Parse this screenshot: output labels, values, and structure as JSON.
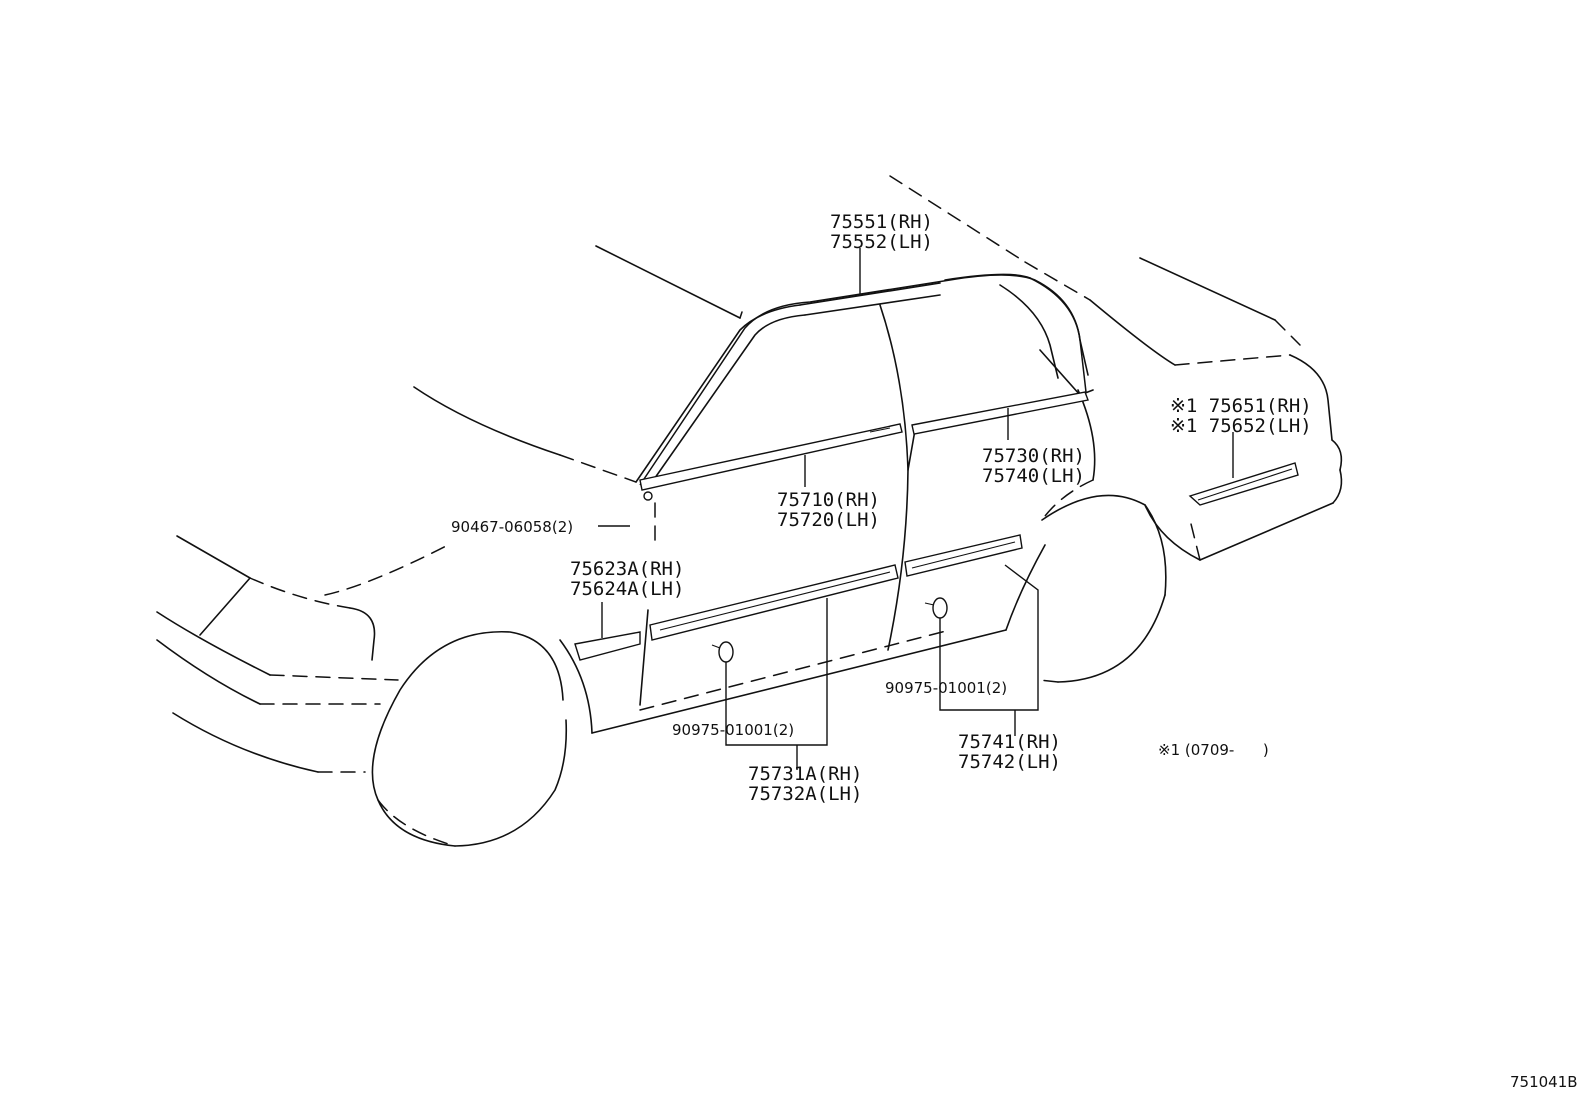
{
  "labels": {
    "roof_molding": [
      "75551(RH)",
      "75552(LH)"
    ],
    "rear_door_belt": [
      "75730(RH)",
      "75740(LH)"
    ],
    "front_door_belt": [
      "75710(RH)",
      "75720(LH)"
    ],
    "quarter_molding": [
      "※1 75651(RH)",
      "※1 75652(LH)"
    ],
    "fender_screw": "90467-06058(2)",
    "fender_molding": [
      "75623A(RH)",
      "75624A(LH)"
    ],
    "clip_front": "90975-01001(2)",
    "clip_rear": "90975-01001(2)",
    "front_door_molding": [
      "75731A(RH)",
      "75732A(LH)"
    ],
    "rear_door_molding": [
      "75741(RH)",
      "75742(LH)"
    ],
    "footnote": "※1 (0709-      )",
    "diagram_code": "751041B"
  }
}
